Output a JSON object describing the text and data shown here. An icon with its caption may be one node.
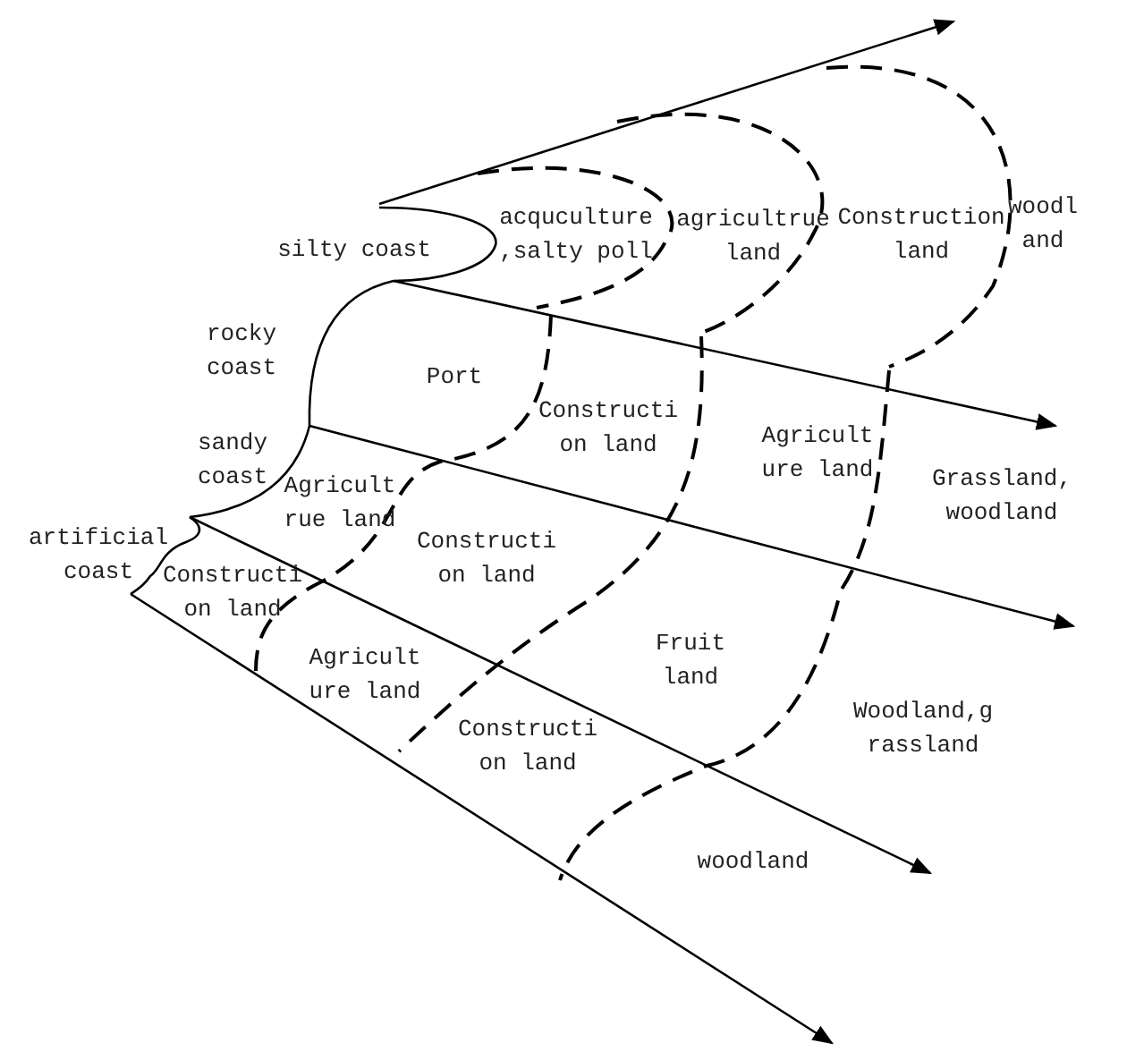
{
  "diagram": {
    "labels": [
      "silty coast",
      "acquculture ,salty poll",
      "agricultrue land",
      "Construction land",
      "woodl and",
      "rocky coast",
      "Port",
      "Constructi on land",
      "Agricult ure land",
      "Grassland, woodland",
      "sandy coast",
      "Agricult rue land",
      "Constructi on land",
      "artificial coast",
      "Constructi on land",
      "Fruit land",
      "Agricult ure land",
      "Woodland,g rassland",
      "Constructi on land",
      "woodland"
    ]
  }
}
